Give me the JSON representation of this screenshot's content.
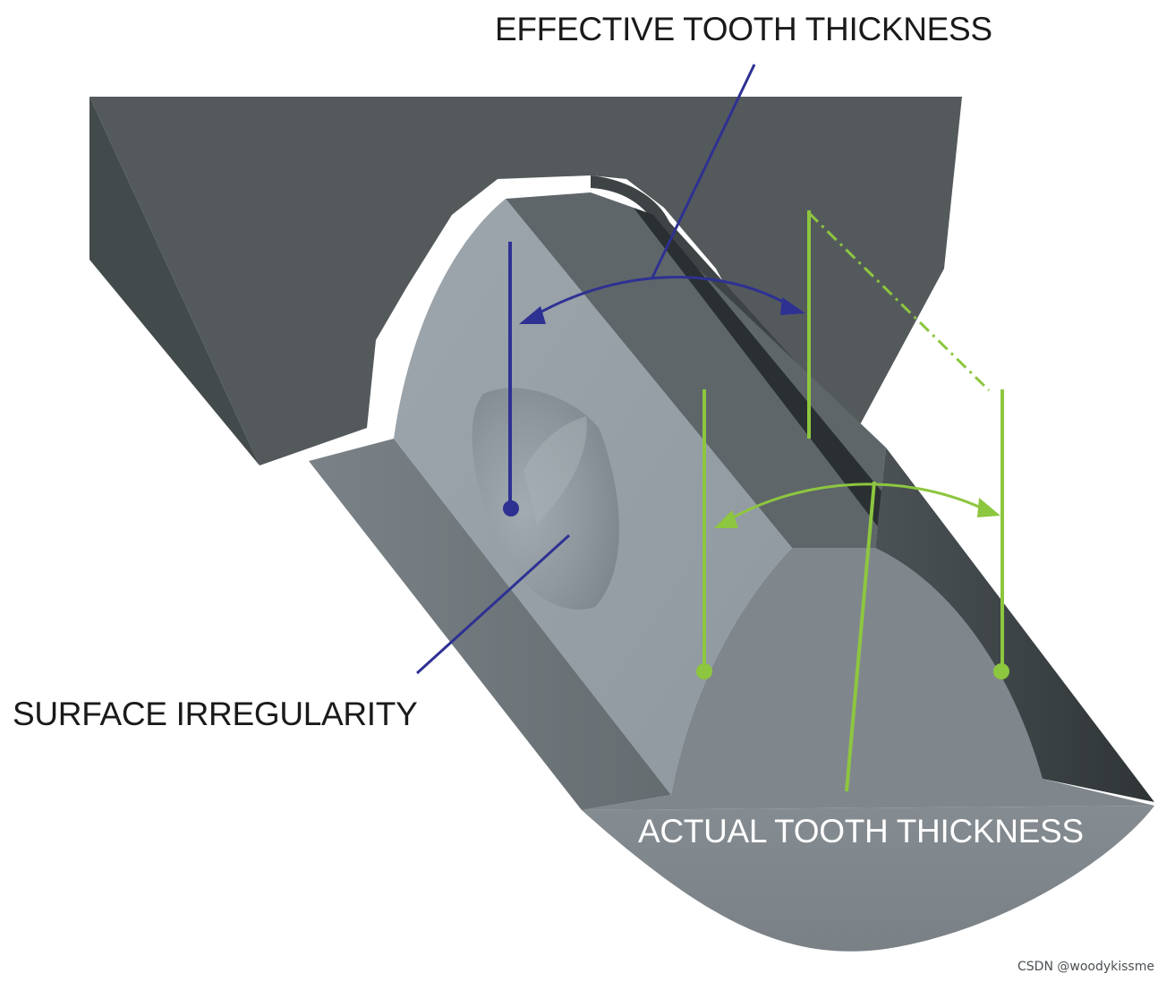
{
  "labels": {
    "effective": "EFFECTIVE TOOTH THICKNESS",
    "actual": "ACTUAL TOOTH THICKNESS",
    "surface": "SURFACE IRREGULARITY"
  },
  "watermark": "CSDN @woodykissme",
  "colors": {
    "effective_line": "#2e3192",
    "actual_line": "#8dc63f",
    "upper_body": "#545a5c",
    "upper_body_side": "#434a4c",
    "tooth_face": "#97a0a7",
    "tooth_flank": "#6d7478",
    "tooth_top": "#5f6669",
    "gear_body": "#80878c",
    "label_dark": "#1a1a1a",
    "label_light": "#ffffff"
  }
}
